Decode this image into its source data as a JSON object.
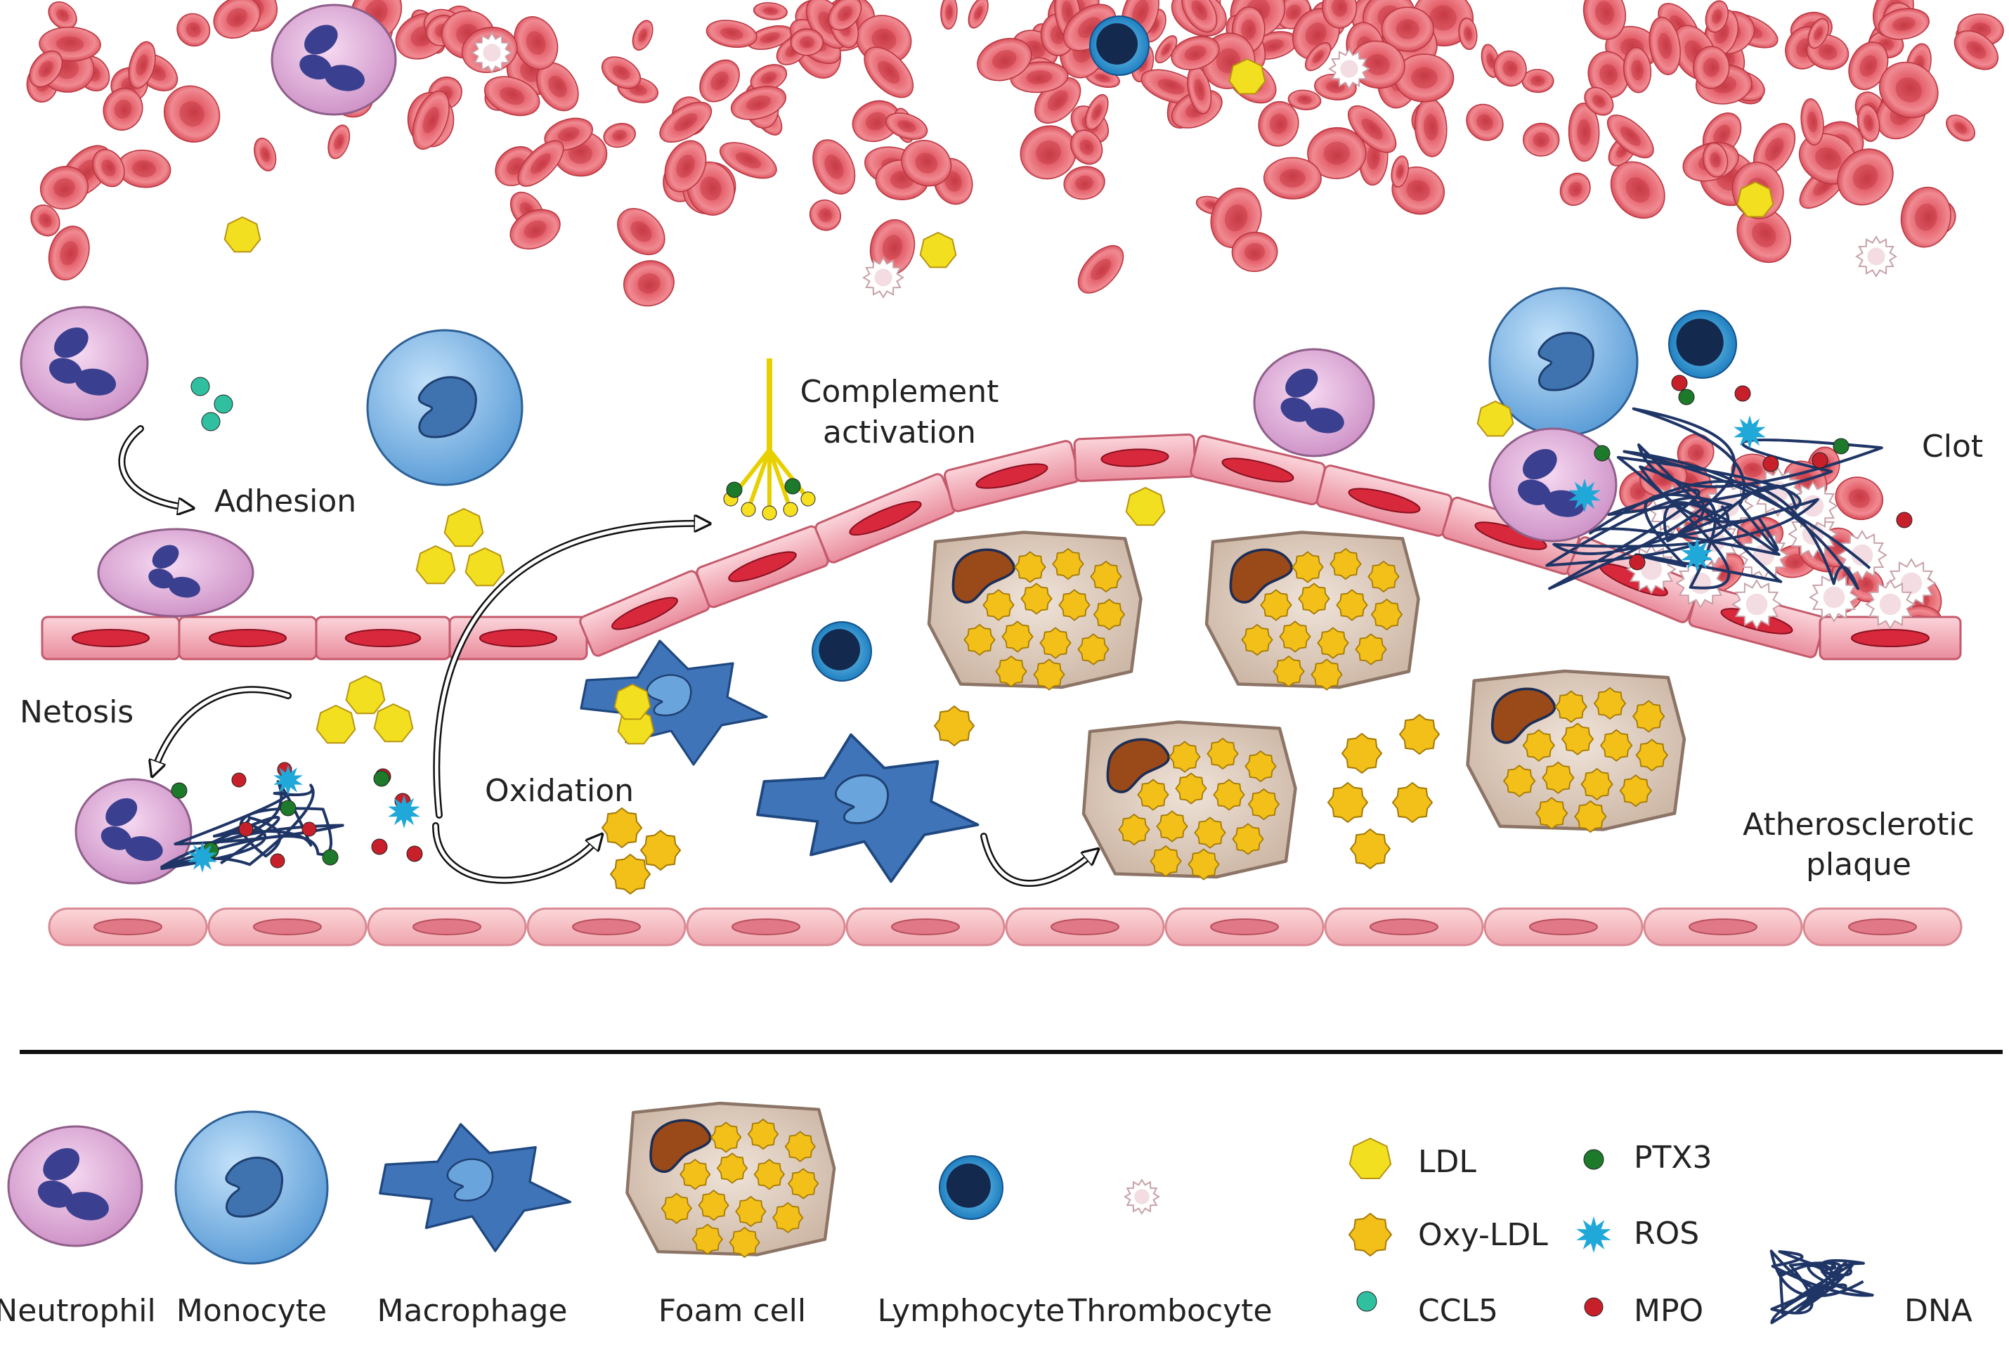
{
  "diagram": {
    "labels": {
      "adhesion": "Adhesion",
      "netosis": "Netosis",
      "complement_line1": "Complement",
      "complement_line2": "activation",
      "oxidation": "Oxidation",
      "clot": "Clot",
      "atherosclerotic_line1": "Atherosclerotic",
      "atherosclerotic_line2": "plaque"
    }
  },
  "legend": {
    "cells": [
      {
        "key": "neutrophil",
        "label": "Neutrophil"
      },
      {
        "key": "monocyte",
        "label": "Monocyte"
      },
      {
        "key": "macrophage",
        "label": "Macrophage"
      },
      {
        "key": "foam_cell",
        "label": "Foam cell"
      },
      {
        "key": "lymphocyte",
        "label": "Lymphocyte"
      },
      {
        "key": "thrombocyte",
        "label": "Thrombocyte"
      }
    ],
    "molecules": [
      {
        "key": "ldl",
        "label": "LDL"
      },
      {
        "key": "oxy_ldl",
        "label": "Oxy-LDL"
      },
      {
        "key": "ccl5",
        "label": "CCL5"
      },
      {
        "key": "ptx3",
        "label": "PTX3"
      },
      {
        "key": "ros",
        "label": "ROS"
      },
      {
        "key": "mpo",
        "label": "MPO"
      },
      {
        "key": "dna",
        "label": "DNA"
      }
    ]
  },
  "colors": {
    "red_blood_cell": "#e05a64",
    "neutrophil_body": "#e8b8e0",
    "neutrophil_nucleus": "#3b3f8f",
    "monocyte_body": "#8cc0ea",
    "monocyte_nucleus": "#3f73b0",
    "macrophage": "#3f74b8",
    "foam_cell_body": "#e6d6c8",
    "foam_cell_nucleus": "#9a4a18",
    "lymphocyte_ring": "#3aa0d8",
    "lymphocyte_core": "#13294e",
    "ldl": "#f2e020",
    "oxy_ldl": "#f2c018",
    "ccl5": "#30c0a0",
    "ptx3": "#1d7a2a",
    "ros": "#20a8d8",
    "mpo": "#c8202a",
    "dna": "#1f3566",
    "endothelium": "#f0a8b4",
    "endothelium_nucleus": "#d8283c",
    "smooth_muscle": "#f5bcc0",
    "smooth_muscle_nucleus": "#e07888",
    "divider": "#111111"
  }
}
